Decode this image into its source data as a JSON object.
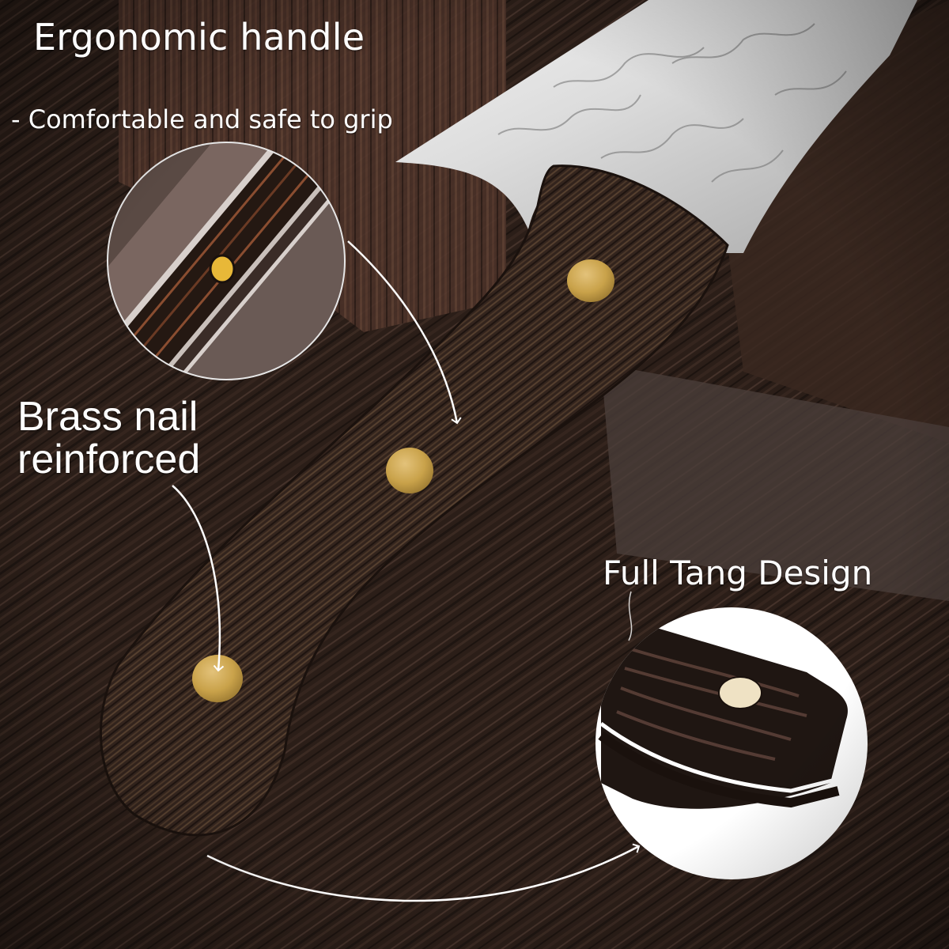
{
  "image": {
    "subject": "cleaver knife with wenge wood handle on rustic wooden boards",
    "colors": {
      "background_wood": "#2a1d17",
      "handle_wood": "#3a2820",
      "blade_steel": "#d9d9d9",
      "brass_rivet": "#c9a24a",
      "annotation": "#ffffff"
    }
  },
  "callouts": {
    "ergonomic": {
      "title": "Ergonomic handle",
      "subtitle": "- Comfortable and safe to grip"
    },
    "brass": {
      "line1": "Brass nail",
      "line2": "reinforced"
    },
    "tang": {
      "title": "Full Tang Design"
    }
  },
  "insets": [
    {
      "name": "rivet-closeup",
      "shape": "circle"
    },
    {
      "name": "full-tang-closeup",
      "shape": "circle"
    }
  ],
  "rivets": {
    "count": 3
  }
}
